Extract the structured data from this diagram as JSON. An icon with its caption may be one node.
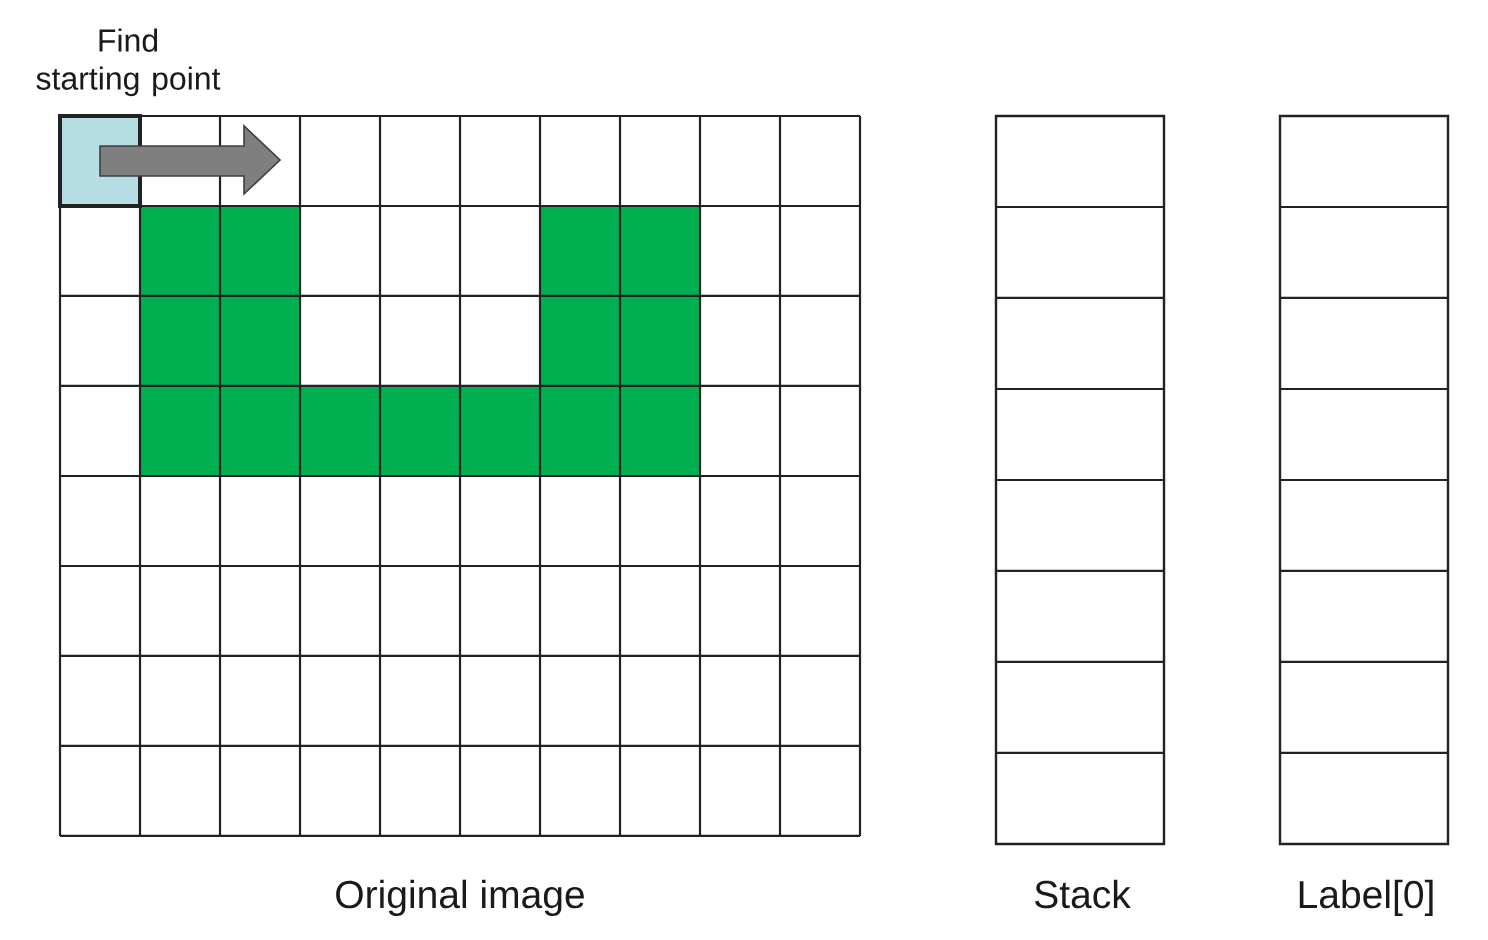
{
  "diagram": {
    "labels": [
      "Find starting point",
      "Original image",
      "Stack",
      "Label[0]"
    ]
  }
}
